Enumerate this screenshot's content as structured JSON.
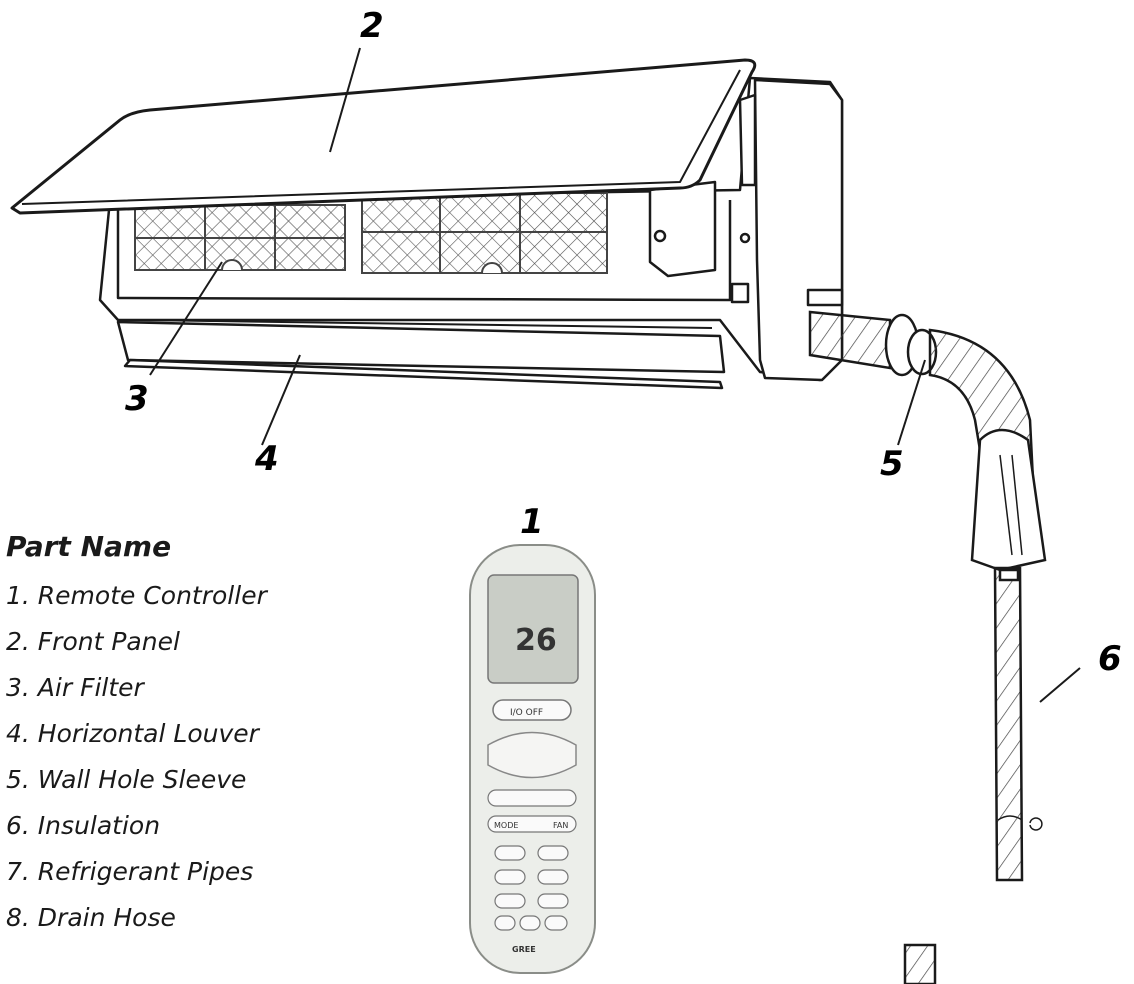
{
  "callouts": [
    {
      "id": "1",
      "label": "1"
    },
    {
      "id": "2",
      "label": "2"
    },
    {
      "id": "3",
      "label": "3"
    },
    {
      "id": "4",
      "label": "4"
    },
    {
      "id": "5",
      "label": "5"
    },
    {
      "id": "6",
      "label": "6"
    }
  ],
  "legend": {
    "heading": "Part Name",
    "items": [
      "1. Remote Controller",
      "2.  Front Panel",
      "3.  Air Filter",
      "4.  Horizontal Louver",
      "5.  Wall Hole Sleeve",
      "6.  Insulation",
      "7.  Refrigerant Pipes",
      "8.  Drain Hose"
    ]
  },
  "remote": {
    "display_temp": "26",
    "power_label": "I/O  OFF",
    "mode_label": "MODE",
    "fan_label": "FAN",
    "brand": "GREE"
  },
  "colors": {
    "line": "#1a1a1a",
    "unit_fill": "#ffffff",
    "remote_body": "#eceeea",
    "remote_screen": "#c9cdc6"
  }
}
